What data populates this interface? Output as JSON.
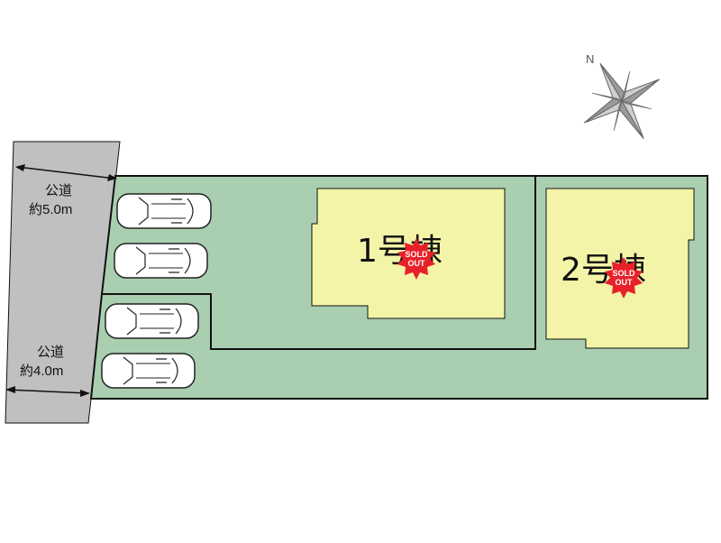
{
  "roads": [
    {
      "name": "公道",
      "width": "約5.0m"
    },
    {
      "name": "公道",
      "width": "約4.0m"
    }
  ],
  "buildings": [
    {
      "label": "1号棟",
      "status": [
        "SOLD",
        "OUT"
      ]
    },
    {
      "label": "2号棟",
      "status": [
        "SOLD",
        "OUT"
      ]
    }
  ],
  "parking": {
    "car_count": 4
  },
  "compass": {
    "north_label": "N"
  },
  "colors": {
    "lot": "#a9cfb0",
    "building": "#f4f4a8",
    "road": "#c0c0c0",
    "sold_badge": "#e8202a",
    "outline": "#111111"
  }
}
